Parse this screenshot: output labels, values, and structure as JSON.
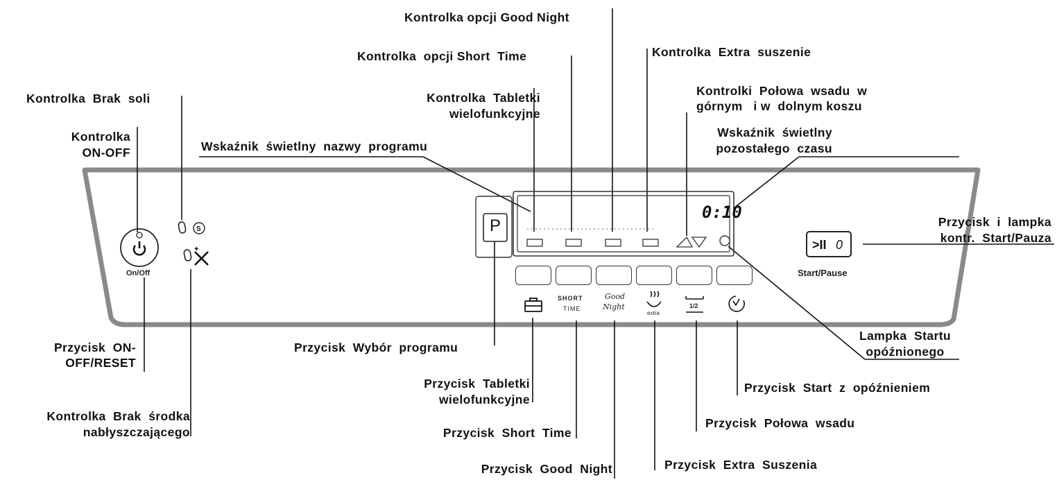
{
  "labels": {
    "good_night_indicator": "Kontrolka opcji Good Night",
    "short_time_indicator": "Kontrolka  opcji Short  Time",
    "extra_drying_indicator": "Kontrolka  Extra  suszenie",
    "half_load_indicators_line1": "Kontrolki  Połowa  wsadu  w",
    "half_load_indicators_line2": "górnym   i w  dolnym koszu",
    "tablets_indicator_line1": "Kontrolka  Tabletki",
    "tablets_indicator_line2": "wielofunkcyjne",
    "no_salt_indicator": "Kontrolka  Brak  soli",
    "on_off_indicator_line1": "Kontrolka",
    "on_off_indicator_line2": "ON-OFF",
    "program_name_display": "Wskaźnik  świetlny  nazwy  programu",
    "remaining_time_display_line1": "Wskaźnik  świetlny",
    "remaining_time_display_line2": "pozostałego  czasu",
    "start_pause_button_line1": "Przycisk  i  lampka",
    "start_pause_button_line2": "kontr.  Start/Pauza",
    "delayed_start_lamp_line1": "Lampka  Startu",
    "delayed_start_lamp_line2": "opóźnionego",
    "on_off_reset_button_line1": "Przycisk  ON-",
    "on_off_reset_button_line2": "OFF/RESET",
    "program_select_button": "Przycisk  Wybór  programu",
    "tablets_button_line1": "Przycisk  Tabletki",
    "tablets_button_line2": "wielofunkcyjne",
    "delayed_start_button": "Przycisk  Start  z  opóźnieniem",
    "no_rinse_aid_indicator_line1": "Kontrolka  Brak  środka",
    "no_rinse_aid_indicator_line2": "nabłyszczającego",
    "half_load_button": "Przycisk  Połowa  wsadu",
    "short_time_button": "Przycisk  Short  Time",
    "good_night_button": "Przycisk  Good  Night",
    "extra_drying_button": "Przycisk  Extra  Suszenia"
  },
  "panel": {
    "on_off_caption": "On/Off",
    "start_pause_caption": "Start/Pause",
    "program_button_letter": "P",
    "time_readout": "0:10",
    "short_time_top": "SHORT",
    "short_time_bottom": "TIME",
    "good_night_line1": "Good",
    "good_night_line2": "Night",
    "extra_caption": "extra",
    "half_caption": "1/2"
  },
  "colors": {
    "ink": "#111111",
    "panel_outline": "#8a8a8a"
  }
}
